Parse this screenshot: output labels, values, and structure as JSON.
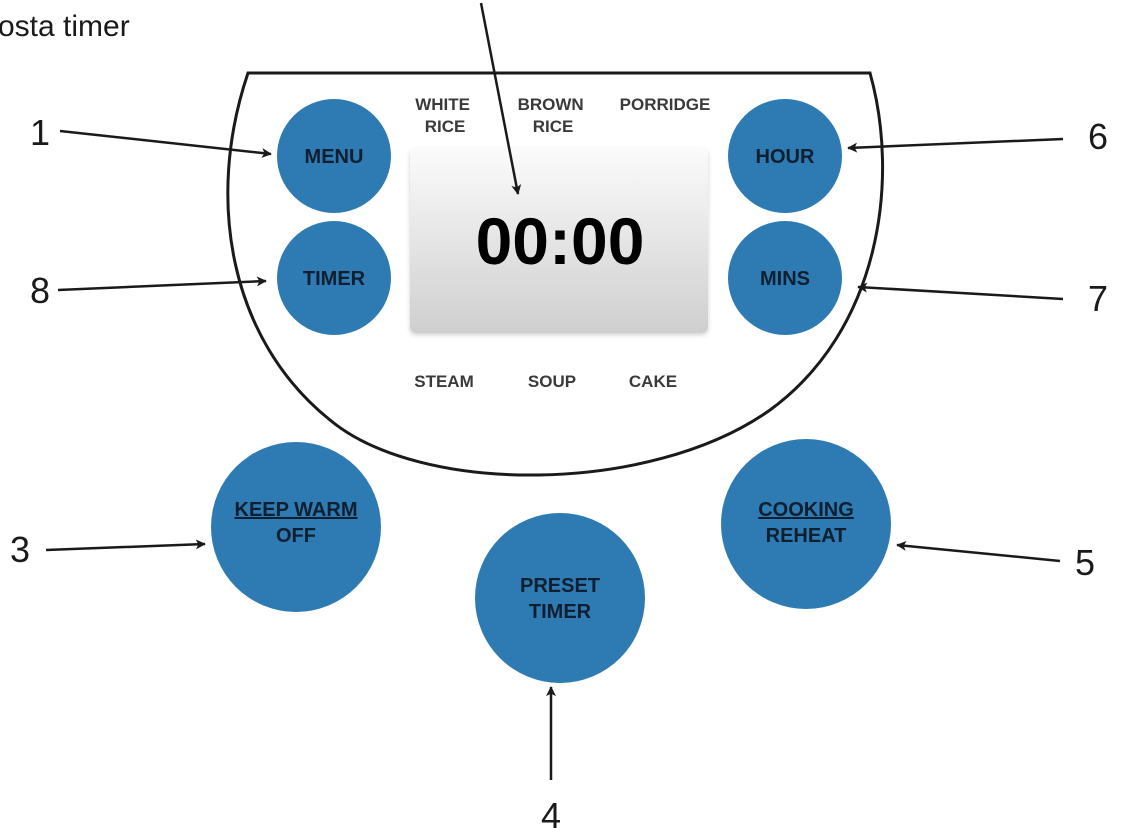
{
  "caption": "osta timer",
  "display": {
    "time": "00:00"
  },
  "modes": {
    "white_rice": [
      "WHITE",
      "RICE"
    ],
    "brown_rice": [
      "BROWN",
      "RICE"
    ],
    "porridge": "PORRIDGE",
    "steam": "STEAM",
    "soup": "SOUP",
    "cake": "CAKE"
  },
  "buttons": {
    "menu": "MENU",
    "timer": "TIMER",
    "hour": "HOUR",
    "mins": "MINS",
    "keep_warm": [
      "KEEP WARM",
      "OFF"
    ],
    "preset_timer": [
      "PRESET",
      "TIMER"
    ],
    "cooking_reheat": [
      "COOKING",
      "REHEAT"
    ]
  },
  "callouts": {
    "menu": "1",
    "keep_warm": "3",
    "preset_timer": "4",
    "cooking_reheat": "5",
    "hour": "6",
    "mins": "7",
    "timer": "8"
  },
  "colors": {
    "button_fill": "#2e7bb4",
    "display_bg_top": "#fbfbfb",
    "display_bg_bottom": "#cfcfcf",
    "outline": "#1a1a1a"
  }
}
